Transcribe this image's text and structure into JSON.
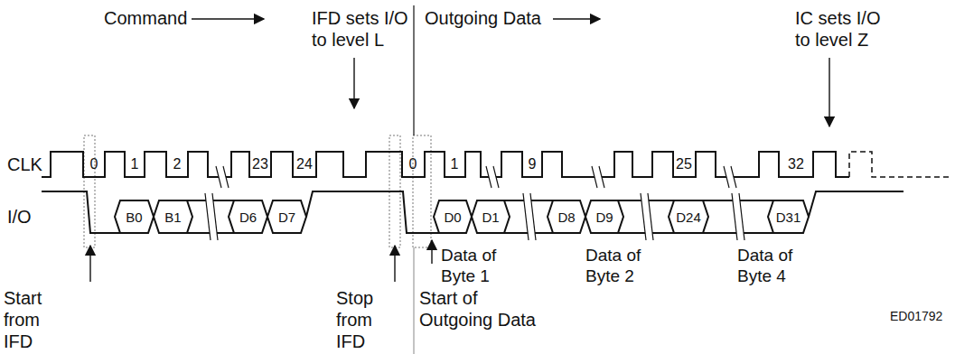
{
  "diagram": {
    "nodes": [
      {
        "text": [
          "B0"
        ]
      },
      {
        "text": [
          "B1"
        ]
      },
      {
        "text": [
          "D6"
        ]
      },
      {
        "text": [
          "D7"
        ]
      },
      {
        "text": [
          "D0"
        ]
      },
      {
        "text": [
          "D1"
        ]
      },
      {
        "text": [
          "D8"
        ]
      },
      {
        "text": [
          "D9"
        ]
      },
      {
        "text": [
          "D24"
        ]
      },
      {
        "text": [
          "D31"
        ]
      }
    ],
    "labels": [
      "Command",
      "IFD sets I/O to level L",
      "Outgoing Data",
      "IC sets I/O to level Z",
      "CLK",
      "I/O",
      "0",
      "1",
      "2",
      "23",
      "24",
      "0",
      "1",
      "9",
      "25",
      "32",
      "Start from IFD",
      "Stop from IFD",
      "Start of Outgoing Data",
      "Data of Byte 1",
      "Data of Byte 2",
      "Data of Byte 4",
      "ED01792"
    ]
  }
}
